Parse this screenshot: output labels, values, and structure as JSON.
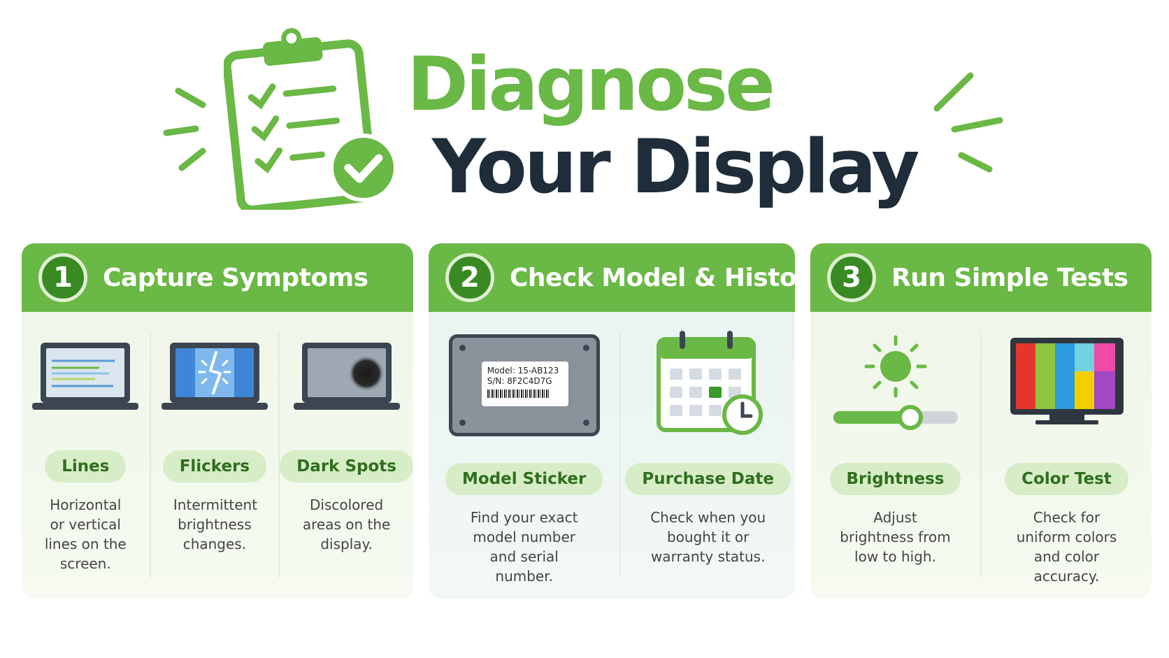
{
  "header": {
    "title_line1": "Diagnose",
    "title_line2": "Your Display"
  },
  "colors": {
    "brand_green": "#6ab845",
    "dark_green": "#3a8a23",
    "navy": "#1f2d3a",
    "pill_bg": "#d7edc7"
  },
  "sections": [
    {
      "number": "1",
      "title": "Capture Symptoms",
      "items": [
        {
          "label": "Lines",
          "description": "Horizontal or vertical lines on the screen.",
          "icon": "laptop-lines-icon"
        },
        {
          "label": "Flickers",
          "description": "Intermittent brightness changes.",
          "icon": "laptop-flicker-icon"
        },
        {
          "label": "Dark Spots",
          "description": "Discolored areas on the display.",
          "icon": "laptop-dark-spot-icon"
        }
      ]
    },
    {
      "number": "2",
      "title": "Check Model & History",
      "items": [
        {
          "label": "Model Sticker",
          "description": "Find your exact model number and serial number.",
          "icon": "model-sticker-icon",
          "sticker_model": "Model: 15-AB123",
          "sticker_serial": "S/N: 8F2C4D7G"
        },
        {
          "label": "Purchase Date",
          "description": "Check when you bought it or warranty status.",
          "icon": "calendar-clock-icon"
        }
      ]
    },
    {
      "number": "3",
      "title": "Run Simple Tests",
      "items": [
        {
          "label": "Brightness",
          "description": "Adjust brightness from low to high.",
          "icon": "brightness-slider-icon"
        },
        {
          "label": "Color Test",
          "description": "Check for uniform colors and color accuracy.",
          "icon": "color-bars-monitor-icon"
        }
      ]
    }
  ]
}
